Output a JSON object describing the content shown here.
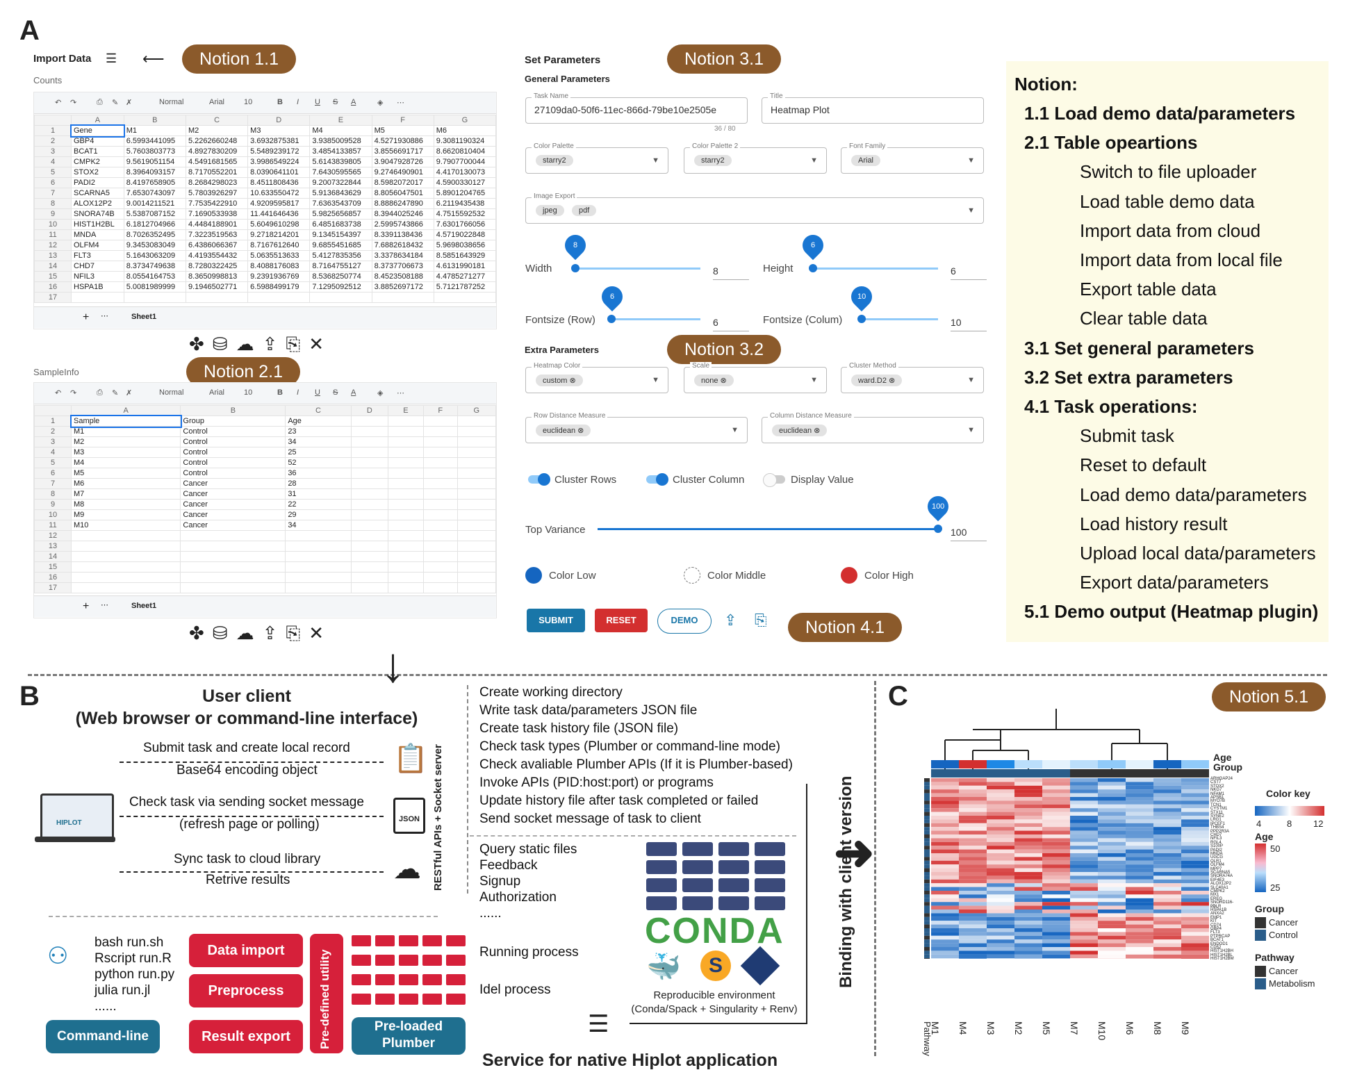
{
  "panels": {
    "a": "A",
    "b": "B",
    "c": "C"
  },
  "notions": {
    "n11": "Notion 1.1",
    "n21": "Notion 2.1",
    "n31": "Notion 3.1",
    "n32": "Notion 3.2",
    "n41": "Notion 4.1",
    "n51": "Notion 5.1"
  },
  "import_data": {
    "title": "Import Data",
    "counts_label": "Counts",
    "sampleinfo_label": "SampleInfo",
    "sheet_tab": "Sheet1"
  },
  "toolbar": {
    "normal": "Normal",
    "font": "Arial",
    "size": "10"
  },
  "counts_sheet": {
    "cols": [
      "A",
      "B",
      "C",
      "D",
      "E",
      "F",
      "G"
    ],
    "rows": [
      [
        "Gene",
        "M1",
        "M2",
        "M3",
        "M4",
        "M5",
        "M6"
      ],
      [
        "GBP4",
        "6.5993441095",
        "5.2262660248",
        "3.6932875381",
        "3.9385009528",
        "4.5271930886",
        "9.3081190324"
      ],
      [
        "BCAT1",
        "5.7603803773",
        "4.8927830209",
        "5.5489239172",
        "3.4854133857",
        "3.8556691717",
        "8.6620810404"
      ],
      [
        "CMPK2",
        "9.5619051154",
        "4.5491681565",
        "3.9986549224",
        "5.6143839805",
        "3.9047928726",
        "9.7907700044"
      ],
      [
        "STOX2",
        "8.3964093157",
        "8.7170552201",
        "8.0390641101",
        "7.6430595565",
        "9.2746490901",
        "4.4170130073"
      ],
      [
        "PADI2",
        "8.4197658905",
        "8.2684298023",
        "8.4511808436",
        "9.2007322844",
        "8.5982072017",
        "4.5900330127"
      ],
      [
        "SCARNA5",
        "7.6530743097",
        "5.7803926297",
        "10.633550472",
        "5.9136843629",
        "8.8056047501",
        "5.8901204765"
      ],
      [
        "ALOX12P2",
        "9.0014211521",
        "7.7535422910",
        "4.9209595817",
        "7.6363543709",
        "8.8886247890",
        "6.2119435438"
      ],
      [
        "SNORA74B",
        "5.5387087152",
        "7.1690533938",
        "11.441646436",
        "5.9825656857",
        "8.3944025246",
        "4.7515592532"
      ],
      [
        "HIST1H2BL",
        "6.1812704966",
        "4.4484188901",
        "5.6049610298",
        "6.4851683738",
        "2.5995743866",
        "7.6301766056"
      ],
      [
        "MNDA",
        "8.7026352495",
        "7.3223519563",
        "9.2718214201",
        "9.1345154397",
        "8.3391138436",
        "4.5719022848"
      ],
      [
        "OLFM4",
        "9.3453083049",
        "6.4386066367",
        "8.7167612640",
        "9.6855451685",
        "7.6882618432",
        "5.9698038656"
      ],
      [
        "FLT3",
        "5.1643063209",
        "4.4193554432",
        "5.0635513633",
        "5.4127835356",
        "3.3378634184",
        "8.5851643929"
      ],
      [
        "CHD7",
        "8.3734749638",
        "8.7280322425",
        "8.4088176083",
        "8.7164755127",
        "8.3737706673",
        "4.6131990181"
      ],
      [
        "NFIL3",
        "8.0554164753",
        "8.3650998813",
        "9.2391936769",
        "8.5368250774",
        "8.4523508188",
        "4.4785271277"
      ],
      [
        "HSPA1B",
        "5.0081989999",
        "9.1946502771",
        "6.5988499179",
        "7.1295092512",
        "3.8852697172",
        "5.7121787252"
      ]
    ]
  },
  "sample_sheet": {
    "rows": [
      [
        "Sample",
        "Group",
        "Age"
      ],
      [
        "M1",
        "Control",
        "23"
      ],
      [
        "M2",
        "Control",
        "34"
      ],
      [
        "M3",
        "Control",
        "25"
      ],
      [
        "M4",
        "Control",
        "52"
      ],
      [
        "M5",
        "Control",
        "36"
      ],
      [
        "M6",
        "Cancer",
        "28"
      ],
      [
        "M7",
        "Cancer",
        "31"
      ],
      [
        "M8",
        "Cancer",
        "22"
      ],
      [
        "M9",
        "Cancer",
        "29"
      ],
      [
        "M10",
        "Cancer",
        "34"
      ]
    ]
  },
  "params": {
    "title": "Set Parameters",
    "general": "General Parameters",
    "extra": "Extra Parameters",
    "task_name_cap": "Task Name",
    "task_name": "27109da0-50f6-11ec-866d-79be10e2505e",
    "task_count": "36 / 80",
    "title_cap": "Title",
    "title_val": "Heatmap Plot",
    "palette_cap": "Color Palette",
    "palette": "starry2",
    "palette2_cap": "Color Palette 2",
    "palette2": "starry2",
    "font_cap": "Font Family",
    "font": "Arial",
    "export_cap": "Image Export",
    "export1": "jpeg",
    "export2": "pdf",
    "width_lbl": "Width",
    "width": "8",
    "height_lbl": "Height",
    "height": "6",
    "fsrow_lbl": "Fontsize (Row)",
    "fsrow": "6",
    "fscol_lbl": "Fontsize (Colum)",
    "fscol": "10",
    "hmcolor_cap": "Heatmap Color",
    "hmcolor": "custom",
    "scale_cap": "Scale",
    "scale": "none",
    "cluster_cap": "Cluster Method",
    "cluster": "ward.D2",
    "rowdist_cap": "Row Distance Measure",
    "rowdist": "euclidean",
    "coldist_cap": "Column Distance Measure",
    "coldist": "euclidean",
    "cluster_rows": "Cluster Rows",
    "cluster_cols": "Cluster Column",
    "display_value": "Display Value",
    "topvar_lbl": "Top Variance",
    "topvar": "100",
    "color_low": "Color Low",
    "color_mid": "Color Middle",
    "color_high": "Color High",
    "submit": "SUBMIT",
    "reset": "RESET",
    "demo": "DEMO"
  },
  "notion_list": {
    "head": "Notion:",
    "items": [
      "1.1 Load demo data/parameters",
      "2.1 Table opeartions",
      "Switch to file uploader",
      "Load table demo data",
      "Import data from cloud",
      "Import data from local file",
      "Export table data",
      "Clear table data",
      "3.1 Set general parameters",
      "3.2 Set extra parameters",
      "4.1 Task operations:",
      "Submit task",
      "Reset to default",
      "Load demo data/parameters",
      "Load history result",
      "Upload local data/parameters",
      "Export data/parameters",
      "5.1 Demo output (Heatmap plugin)"
    ]
  },
  "b": {
    "client_title1": "User client",
    "client_title2": "(Web browser or command-line interface)",
    "f1a": "Submit task and create local record",
    "f1b": "Base64 encoding object",
    "f2a": "Check task via sending socket message",
    "f2b": "(refresh page or polling)",
    "f3a": "Sync task to cloud library",
    "f3b": "Retrive results",
    "laptop": "HIPLOT",
    "json": "JSON",
    "api_vert": "RESTful APIs + Socket server",
    "steps": [
      "Create working directory",
      "Write task data/parameters JSON file",
      "Create task history file (JSON file)",
      "Check task types (Plumber or command-line mode)",
      "Check avaliable Plumber APIs (If it is Plumber-based)",
      "Invoke APIs (PID:host:port) or programs",
      "Update history file after task completed or failed",
      "Send socket message of task to client"
    ],
    "static": [
      "Query static files",
      "Feedback",
      "Signup",
      "Authorization",
      "......"
    ],
    "running": "Running process",
    "idle": "Idel process",
    "conda": "CONDA",
    "repro1": "Reproducible environment",
    "repro2": "(Conda/Spack + Singularity + Renv)",
    "binding": "Binding with client version",
    "scripts": [
      "bash run.sh",
      "Rscript run.R",
      "python run.py",
      "julia run.jl",
      "......"
    ],
    "cmdline": "Command-line",
    "data_import": "Data import",
    "preprocess": "Preprocess",
    "result_export": "Result export",
    "predefined": "Pre-defined utility",
    "preloaded1": "Pre-loaded",
    "preloaded2": "Plumber",
    "service": "Service for native Hiplot application"
  },
  "c": {
    "age": "Age",
    "group": "Group",
    "colorkey": "Color key",
    "ck_ticks": [
      "4",
      "8",
      "12"
    ],
    "age_ticks": [
      "50",
      "25"
    ],
    "group_title": "Group",
    "group_items": [
      "Cancer",
      "Control"
    ],
    "pathway_title": "Pathway",
    "pathway_items": [
      "Cancer",
      "Metabolism"
    ],
    "samples": [
      "M1",
      "M4",
      "M3",
      "M2",
      "M5",
      "M7",
      "M10",
      "M6",
      "M8",
      "M9"
    ],
    "pathway_lbl": "Pathway",
    "genes": [
      "ARHGAP24",
      "CST7",
      "STOX2",
      "NKG7",
      "NFAM1",
      "APSB1",
      "MYO7B",
      "TCN1",
      "CYSTM1",
      "STX11",
      "SYNE2",
      "LRG1",
      "IPCEF1",
      "THBS4",
      "PPP2R3A",
      "CHD7",
      "NFIL3",
      "RGL4",
      "S100P",
      "PADI2",
      "MNDA",
      "UGCG",
      "OLR1",
      "OLFM4",
      "MPP7",
      "SCARNA5",
      "SNORA74A",
      "EIF4E3",
      "ALOX12P2",
      "SLC40A1",
      "CMPK2",
      "MX1",
      "EREG",
      "SNORD116-20",
      "LDLR",
      "HSPA1B",
      "ANXA2",
      "EMP1",
      "KIT",
      "CD74",
      "GBP4",
      "FLT3",
      "PTPRCAP",
      "BCAT1",
      "ENDOD1",
      "CD52",
      "HIST1H2BH",
      "HIST1H2BL",
      "HIST1H2BM"
    ],
    "colors": {
      "low": "#1565c0",
      "mid": "#ffffff",
      "high": "#d32f2f",
      "cancer": "#333333",
      "control": "#2a5d8a"
    }
  }
}
